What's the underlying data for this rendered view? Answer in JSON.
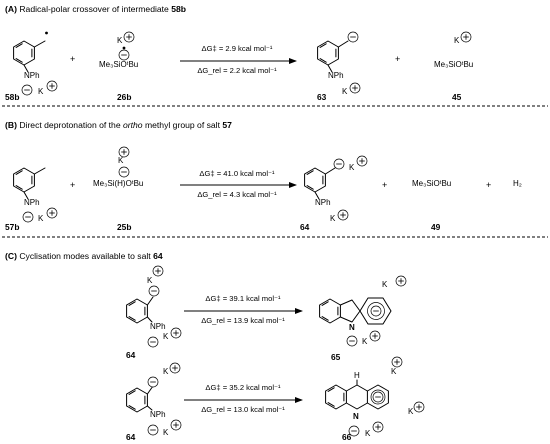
{
  "section_a": {
    "prefix": "(A) ",
    "title": "Radical-polar crossover of intermediate ",
    "compound": "58b",
    "reactant1": {
      "group": "NPh",
      "label": "58b"
    },
    "reactant2": {
      "top": "K",
      "bottom": "Me₃SiOᵗBu",
      "label": "26b"
    },
    "conditions": {
      "top": "ΔG‡ = 2.9 kcal mol⁻¹",
      "bottom": "ΔG_rel = 2.2 kcal mol⁻¹"
    },
    "product1": {
      "group": "NPh",
      "label": "63"
    },
    "product2": {
      "top": "K",
      "bottom": "Me₃SiOᵗBu",
      "label": "45"
    }
  },
  "section_b": {
    "prefix": "(B) ",
    "title_pre": "Direct deprotonation of the ",
    "title_italic": "ortho",
    "title_post": " methyl group of salt ",
    "compound": "57",
    "reactant1": {
      "group": "NPh",
      "label": "57b"
    },
    "reactant2": {
      "top": "K",
      "bottom": "Me₃Si(H)OᵗBu",
      "label": "25b"
    },
    "conditions": {
      "top": "ΔG‡ = 41.0 kcal mol⁻¹",
      "bottom": "ΔG_rel = 4.3 kcal mol⁻¹"
    },
    "product1": {
      "group": "NPh",
      "label": "64"
    },
    "product2": {
      "text": "Me₃SiOᵗBu",
      "label": "49"
    },
    "product3": {
      "text": "H₂"
    }
  },
  "section_c": {
    "prefix": "(C) ",
    "title": "Cyclisation modes available to salt ",
    "compound": "64",
    "row1": {
      "reactant": {
        "group": "NPh",
        "label": "64"
      },
      "conditions": {
        "top": "ΔG‡ = 39.1 kcal mol⁻¹",
        "bottom": "ΔG_rel = 13.9 kcal mol⁻¹"
      },
      "product": {
        "atom": "N",
        "label": "65"
      }
    },
    "row2": {
      "reactant": {
        "group": "NPh",
        "label": "64"
      },
      "conditions": {
        "top": "ΔG‡ = 35.2 kcal mol⁻¹",
        "bottom": "ΔG_rel = 13.0 kcal mol⁻¹"
      },
      "product": {
        "atom": "N",
        "hydrogen": "H",
        "label": "66"
      }
    }
  },
  "symbols": {
    "plus": "+",
    "potassium": "K",
    "cation_icon": "plus-circle",
    "anion_icon": "minus-circle"
  }
}
